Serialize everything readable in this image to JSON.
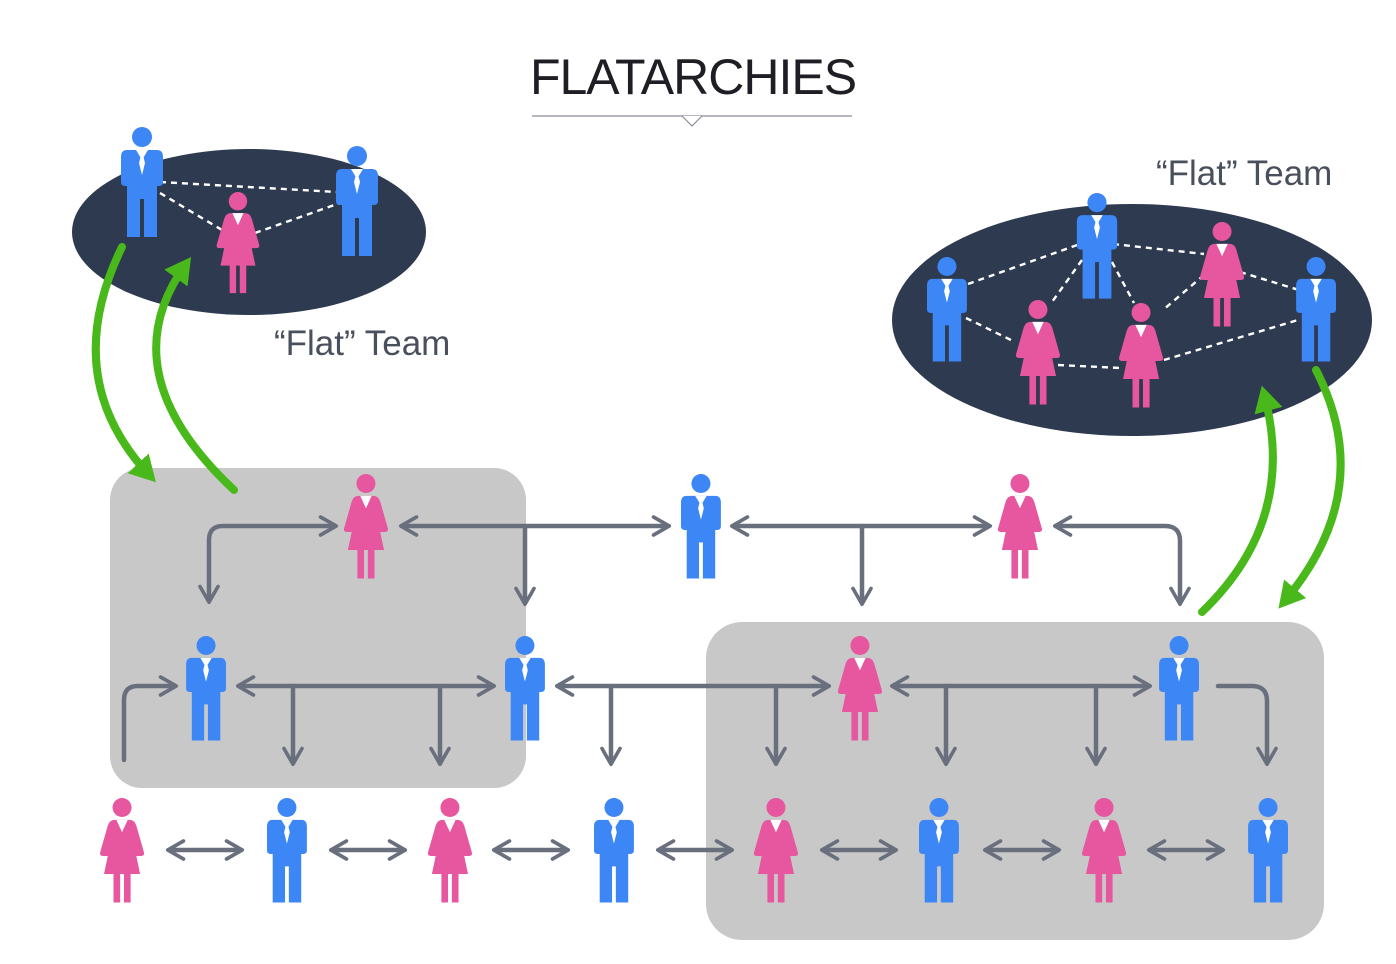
{
  "title": "FLATARCHIES",
  "teams": [
    {
      "label": "“Flat” Team",
      "members": [
        "man",
        "woman",
        "man"
      ]
    },
    {
      "label": "“Flat” Team",
      "members": [
        "man",
        "man",
        "woman",
        "woman",
        "woman",
        "man"
      ]
    }
  ],
  "hierarchy": {
    "level_1": [
      "woman",
      "man",
      "woman"
    ],
    "level_2": [
      "man",
      "man",
      "woman",
      "man"
    ],
    "level_3": [
      "woman",
      "man",
      "woman",
      "man",
      "woman",
      "man",
      "woman",
      "man"
    ]
  },
  "colors": {
    "man": "#3d86f5",
    "woman": "#e6579f",
    "team_oval": "#2e3a4f",
    "highlight_box": "#c8c8c8",
    "connector": "#6a6f7e",
    "swap_arrow": "#49b81a",
    "dashed_link": "#ffffff"
  },
  "icons": {
    "man": "person-man-icon",
    "woman": "person-woman-icon"
  }
}
